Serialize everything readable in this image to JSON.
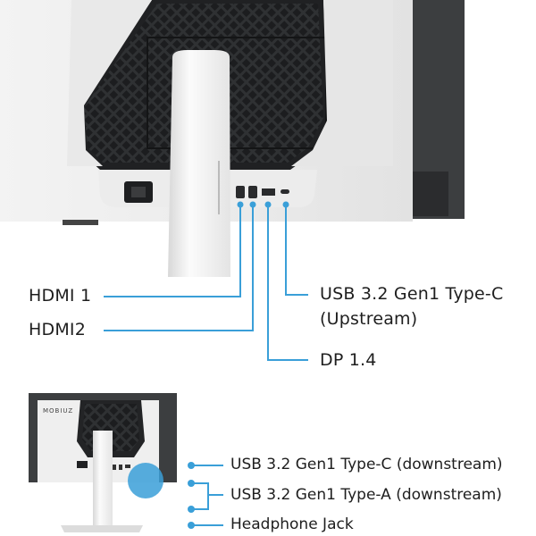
{
  "colors": {
    "accent": "#3a9fd8",
    "monitor_white": "#f0f0f0",
    "monitor_dark": "#3c3e40",
    "text": "#1e1e1e"
  },
  "top_ports": {
    "hdmi1": "HDMI 1",
    "hdmi2": "HDMI2",
    "usbc_up_line1": "USB 3.2 Gen1 Type-C",
    "usbc_up_line2": "(Upstream)",
    "dp": "DP 1.4"
  },
  "bottom_ports": {
    "usbc_down": "USB 3.2 Gen1 Type-C (downstream)",
    "usba_down": "USB 3.2 Gen1 Type-A (downstream)",
    "headphone": "Headphone Jack"
  },
  "brand_mark": "MOBIUZ",
  "icons": [
    "power-socket-icon",
    "hdmi-port-icon",
    "displayport-icon",
    "usb-c-port-icon",
    "bullet-dot-icon"
  ]
}
